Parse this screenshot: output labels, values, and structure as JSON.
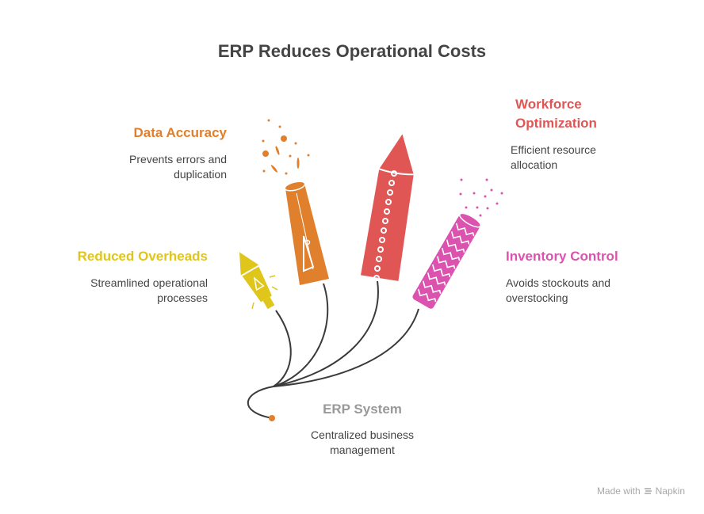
{
  "title": "ERP Reduces Operational Costs",
  "items": [
    {
      "id": "data-accuracy",
      "label": "Data Accuracy",
      "description_lines": [
        "Prevents errors and",
        "duplication"
      ],
      "color": "#E07F2C"
    },
    {
      "id": "workforce-optimization",
      "label_lines": [
        "Workforce",
        "Optimization"
      ],
      "description_lines": [
        "Efficient resource",
        "allocation"
      ],
      "color": "#E05655"
    },
    {
      "id": "reduced-overheads",
      "label": "Reduced Overheads",
      "description_lines": [
        "Streamlined operational",
        "processes"
      ],
      "color": "#E0C51A"
    },
    {
      "id": "inventory-control",
      "label": "Inventory Control",
      "description_lines": [
        "Avoids stockouts and",
        "overstocking"
      ],
      "color": "#DB52AF"
    }
  ],
  "center": {
    "label": "ERP System",
    "description_lines": [
      "Centralized business",
      "management"
    ],
    "color": "#999999"
  },
  "footer": {
    "text_before": "Made with",
    "brand": "Napkin"
  }
}
